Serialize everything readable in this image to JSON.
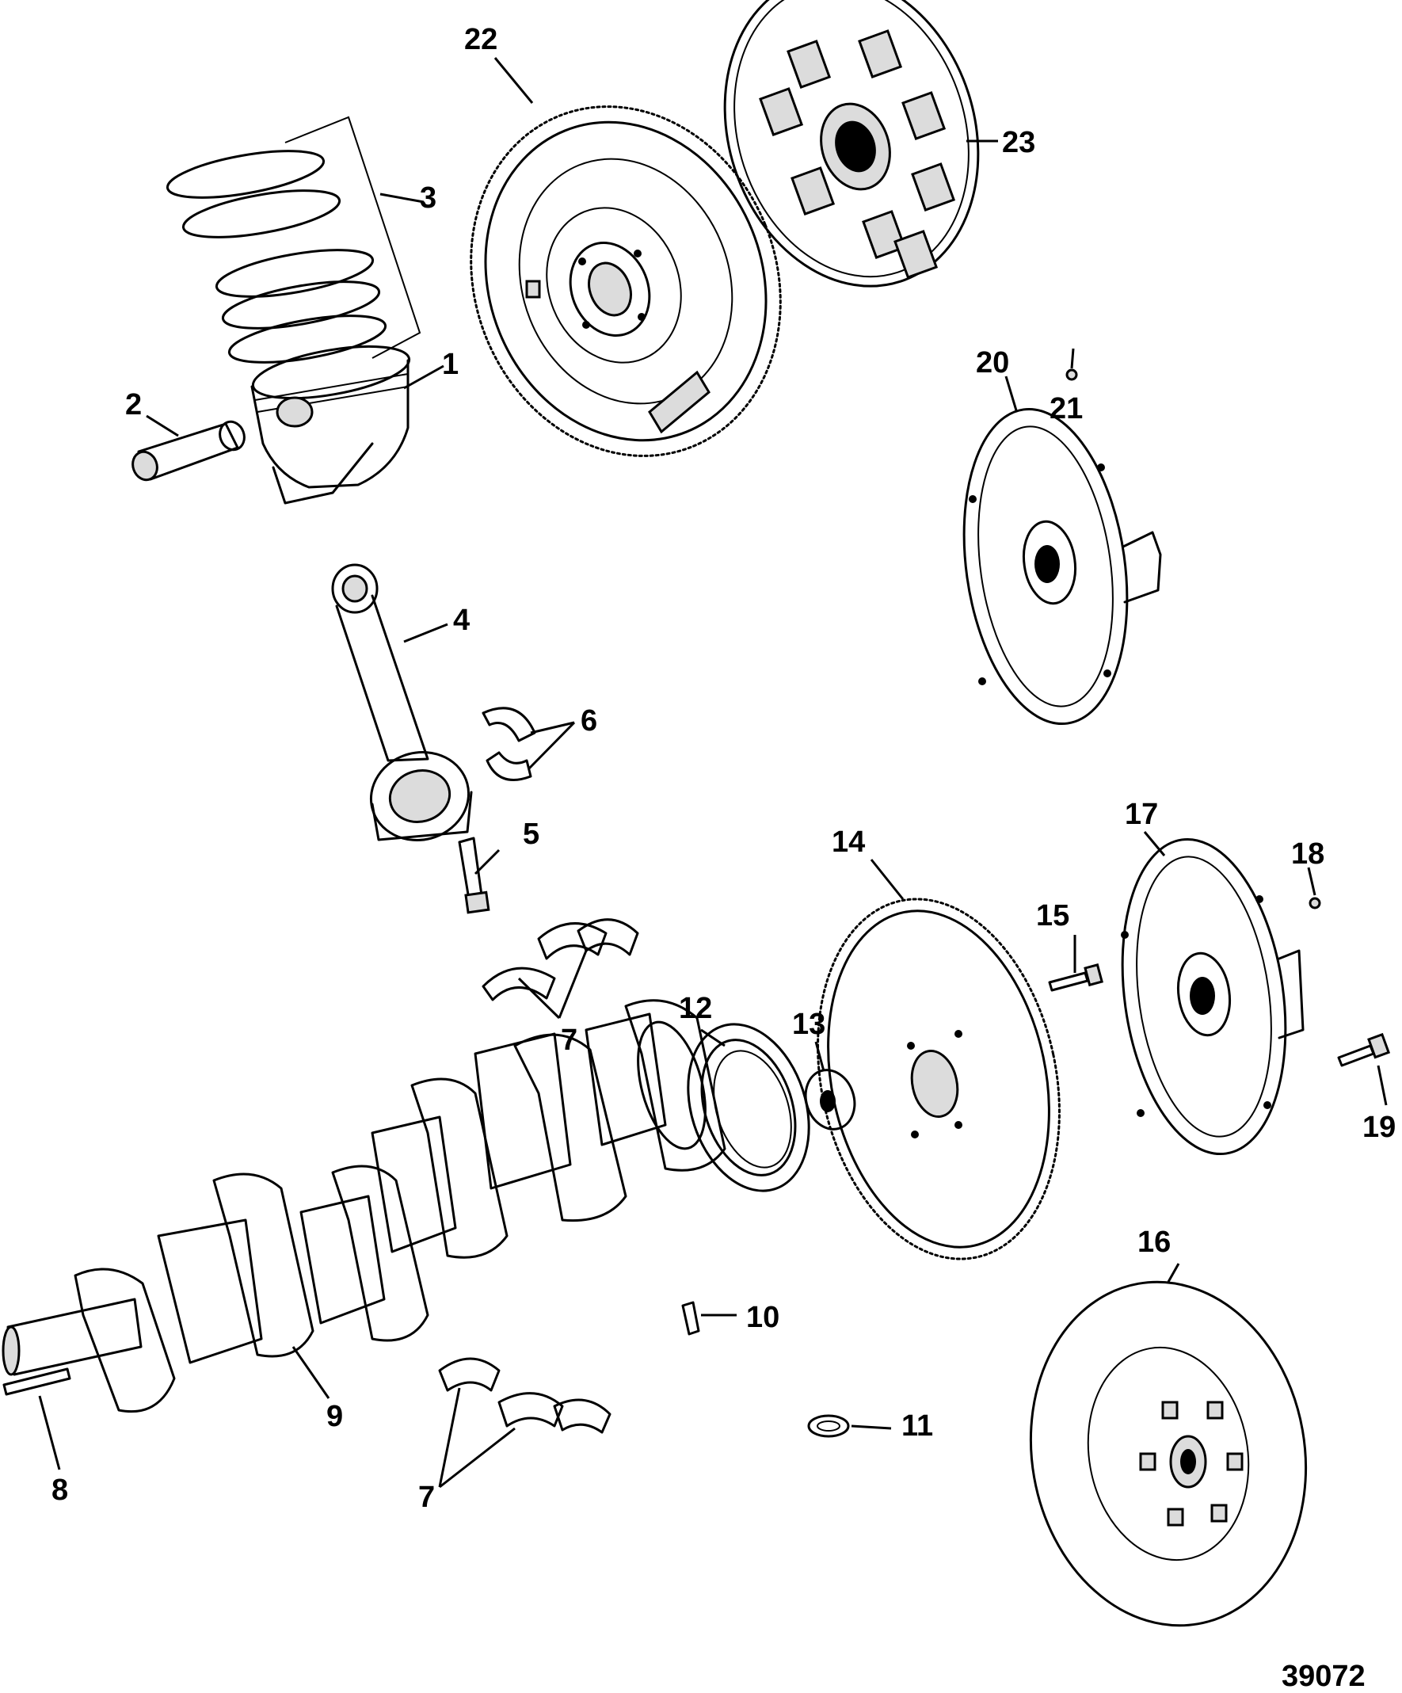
{
  "figure_number": "39072",
  "callouts": {
    "c1": "1",
    "c2": "2",
    "c3": "3",
    "c4": "4",
    "c5": "5",
    "c6": "6",
    "c7a": "7",
    "c7b": "7",
    "c8": "8",
    "c9": "9",
    "c10": "10",
    "c11": "11",
    "c12": "12",
    "c13": "13",
    "c14": "14",
    "c15": "15",
    "c16": "16",
    "c17": "17",
    "c18": "18",
    "c19": "19",
    "c20": "20",
    "c21": "21",
    "c22": "22",
    "c23": "23"
  }
}
